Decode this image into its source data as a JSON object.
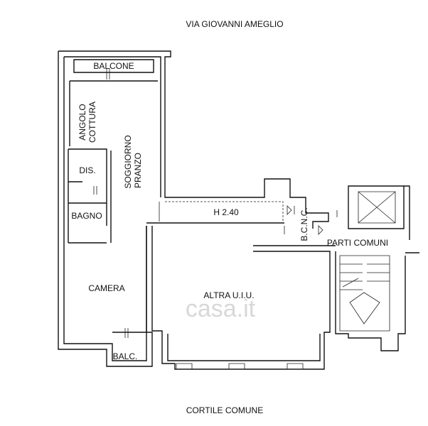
{
  "street_top": "VIA GIOVANNI AMEGLIO",
  "street_bottom": "CORTILE COMUNE",
  "rooms": {
    "balcone": "BALCONE",
    "angolo_cottura_1": "ANGOLO",
    "angolo_cottura_2": "COTTURA",
    "soggiorno_1": "SOGGIORNO",
    "soggiorno_2": "PRANZO",
    "dis": "DIS.",
    "bagno": "BAGNO",
    "camera": "CAMERA",
    "balc": "BALC.",
    "altra": "ALTRA U.I.U.",
    "height": "H 2.40",
    "bcnc": "B.C.N.C.",
    "parti_comuni": "PARTI COMUNI"
  },
  "watermark": "casa.it"
}
